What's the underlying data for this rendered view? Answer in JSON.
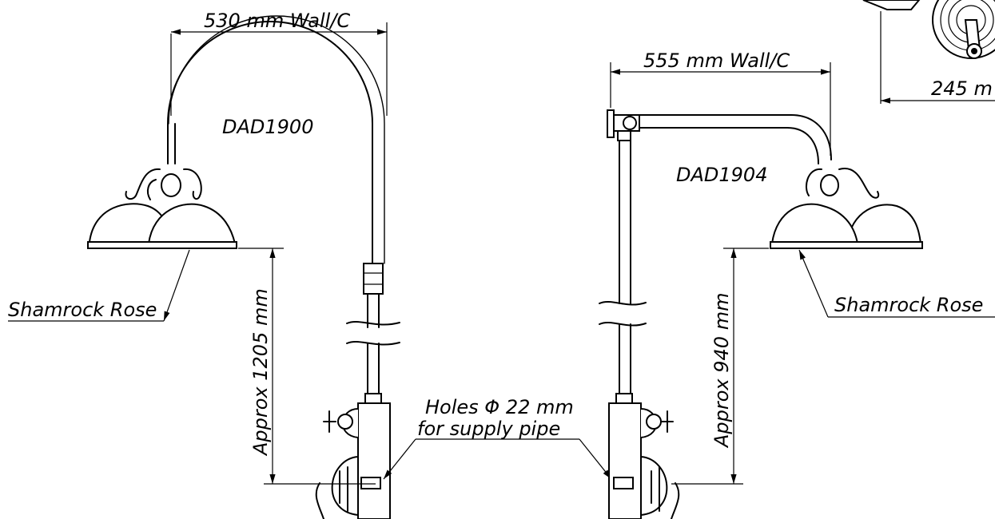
{
  "left_shower": {
    "model": "DAD1900",
    "width_dimension": "530 mm Wall/C",
    "height_dimension": "Approx 1205 mm",
    "rose_label": "Shamrock Rose"
  },
  "right_shower": {
    "model": "DAD1904",
    "width_dimension": "555 mm Wall/C",
    "height_dimension": "Approx 940 mm",
    "rose_label": "Shamrock Rose"
  },
  "holes_note": {
    "line1": "Holes Φ 22 mm",
    "line2": "for supply pipe"
  },
  "top_right_dimension": "245 m"
}
